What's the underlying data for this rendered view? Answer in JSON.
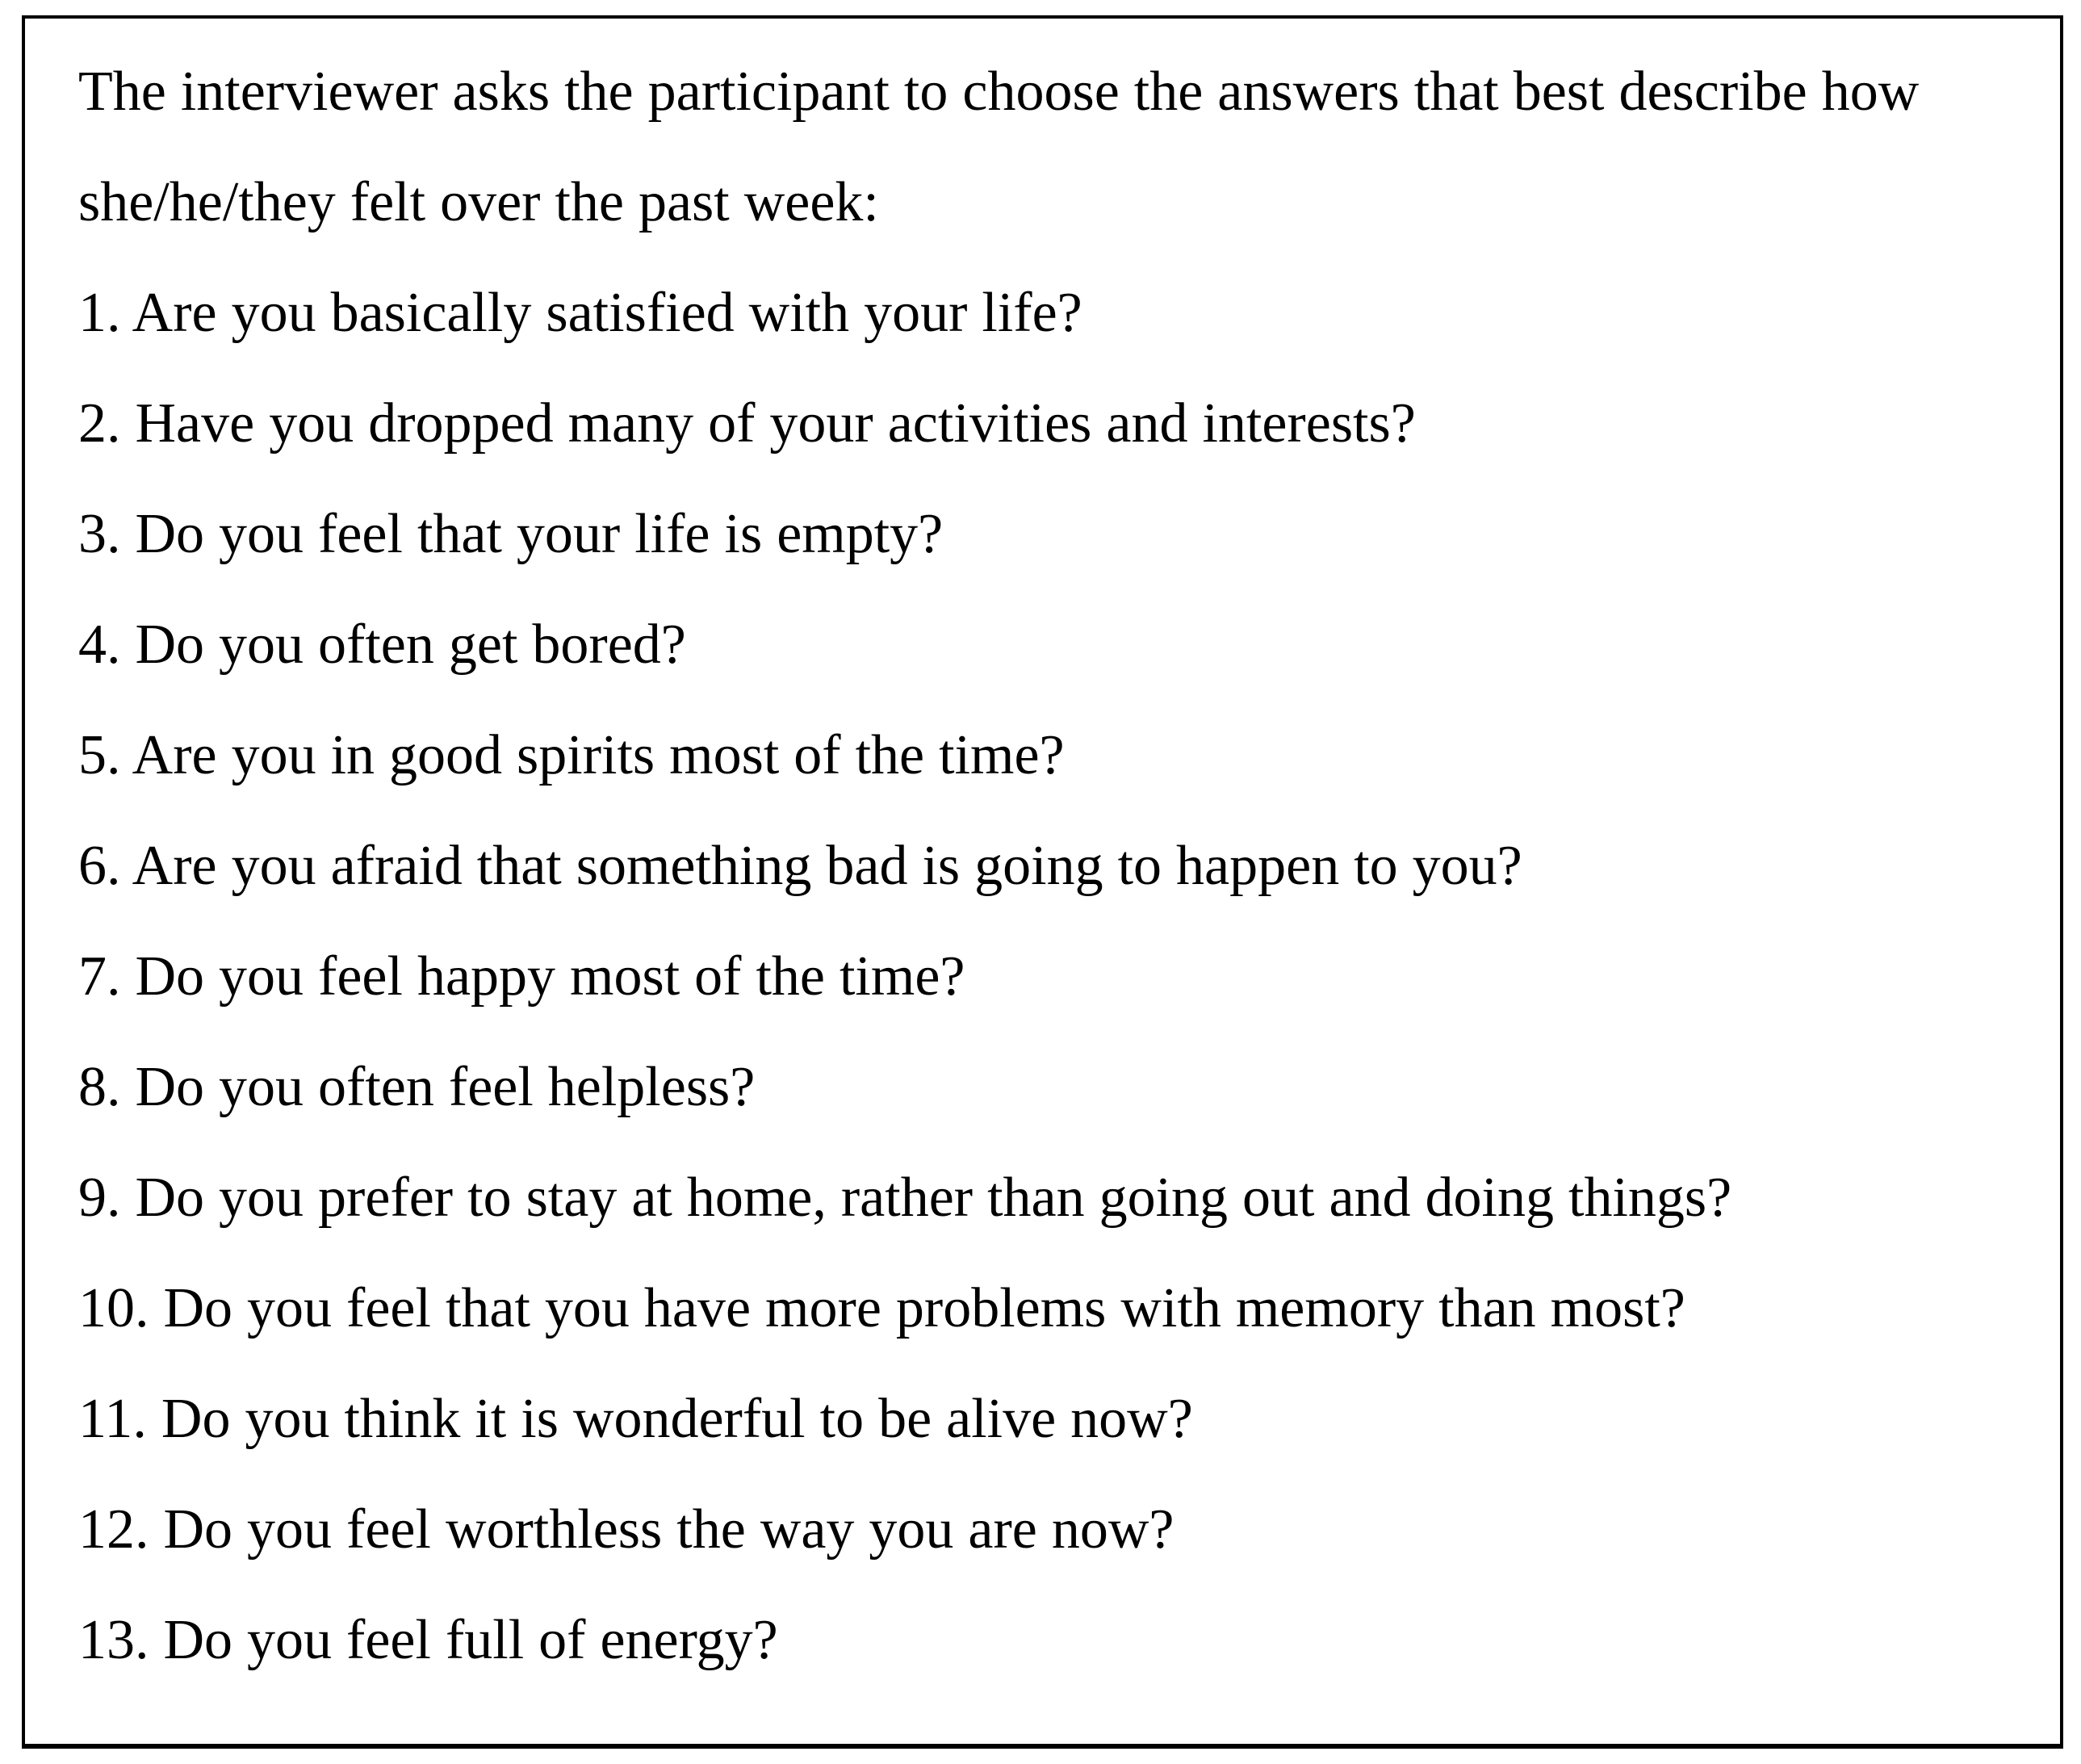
{
  "document": {
    "kind": "questionnaire-box",
    "border_color": "#000000",
    "background_color": "#ffffff",
    "text_color": "#000000"
  },
  "intro": {
    "text": "The interviewer asks the participant to choose the answers that best describe how she/he/they felt over the past week:"
  },
  "questions": [
    {
      "number": "1.",
      "text": "Are you basically satisfied with your life?"
    },
    {
      "number": "2.",
      "text": "Have you dropped many of your activities and interests?"
    },
    {
      "number": "3.",
      "text": "Do you feel that your life is empty?"
    },
    {
      "number": "4.",
      "text": "Do you often get bored?"
    },
    {
      "number": "5.",
      "text": "Are you in good spirits most of the time?"
    },
    {
      "number": "6.",
      "text": "Are you afraid that something bad is going to happen to you?"
    },
    {
      "number": "7.",
      "text": "Do you feel happy most of the time?"
    },
    {
      "number": "8.",
      "text": "Do you often feel helpless?"
    },
    {
      "number": "9.",
      "text": "Do you prefer to stay at home, rather than going out and doing things?"
    },
    {
      "number": "10.",
      "text": "Do you feel that you have more problems with memory than most?"
    },
    {
      "number": "11.",
      "text": "Do you think it is wonderful to be alive now?"
    },
    {
      "number": "12.",
      "text": "Do you feel worthless the way you are now?"
    },
    {
      "number": "13.",
      "text": "Do you feel full of energy?"
    }
  ]
}
